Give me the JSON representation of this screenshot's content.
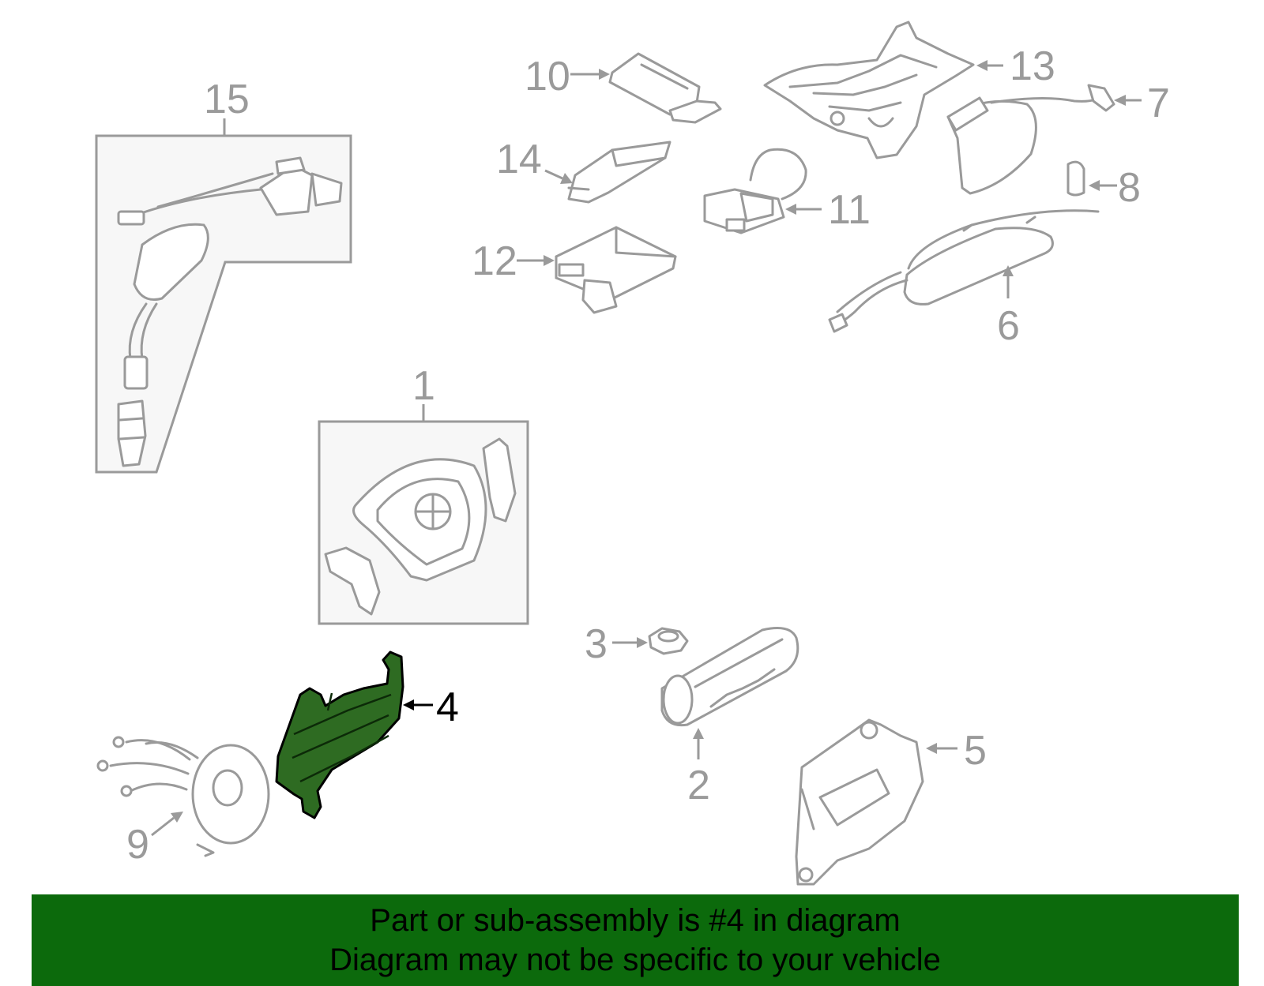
{
  "callouts": {
    "c1": "1",
    "c2": "2",
    "c3": "3",
    "c4": "4",
    "c5": "5",
    "c6": "6",
    "c7": "7",
    "c8": "8",
    "c9": "9",
    "c10": "10",
    "c11": "11",
    "c12": "12",
    "c13": "13",
    "c14": "14",
    "c15": "15"
  },
  "highlighted_part": "4",
  "colors": {
    "highlight_fill": "#2e6b22",
    "banner_background": "#0c6a0c",
    "part_outline": "#9a9a9a"
  },
  "banner": {
    "line1": "Part or sub-assembly is #4 in diagram",
    "line2": "Diagram may not be specific to your vehicle"
  }
}
